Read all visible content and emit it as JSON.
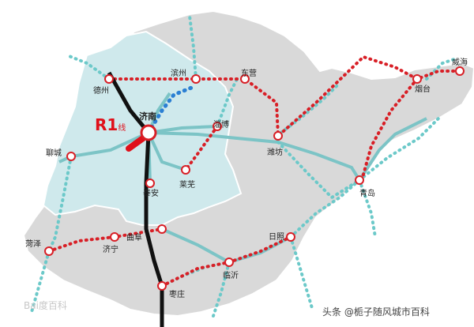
{
  "map": {
    "line_label": {
      "main": "R1",
      "suffix": "线"
    },
    "cities": {
      "dezhou": "德州",
      "binzhou": "滨州",
      "dongying": "东营",
      "weihai": "威海",
      "yantai": "烟台",
      "jinan": "济南",
      "zibo": "淄博",
      "liaocheng": "聊城",
      "weifang": "潍坊",
      "taian": "泰安",
      "laiwu": "莱芜",
      "qingdao": "青岛",
      "heze": "菏泽",
      "qufu": "曲阜",
      "jining": "济宁",
      "rizhao": "日照",
      "linyi": "临沂",
      "zaozhuang": "枣庄"
    },
    "watermark_left": "Bai度百科",
    "watermark_right": "头条 @栀子随风城市百科"
  },
  "colors": {
    "region_fill": "#cfe9ec",
    "province_fill": "#d9d9d9",
    "main_line": "#111111",
    "teal_line": "#7cc4c6",
    "red_dotted": "#d81f26",
    "teal_dotted": "#6cc9c9",
    "blue_dotted": "#2b7fd3",
    "r1_red": "#e0101a"
  }
}
